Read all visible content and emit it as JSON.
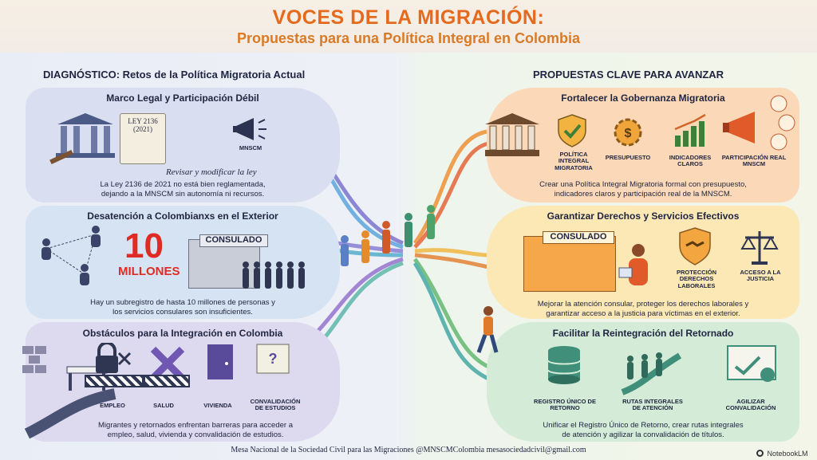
{
  "header": {
    "title": "VOCES DE LA MIGRACIÓN:",
    "subtitle": "Propuestas para una Política Integral en Colombia"
  },
  "left": {
    "heading": "DIAGNÓSTICO: Retos de la Política Migratoria Actual",
    "panels": [
      {
        "title": "Marco Legal y Participación Débil",
        "ley_label": "LEY 2136 (2021)",
        "icon_label": "MNSCM",
        "note": "Revisar y modificar la ley",
        "desc_1": "La Ley 2136 de 2021 no está bien reglamentada,",
        "desc_2": "dejando a la MNSCM sin autonomía ni recursos."
      },
      {
        "title": "Desatención a Colombianxs en el Exterior",
        "big_number": "10",
        "big_unit": "MILLONES",
        "sign": "CONSULADO",
        "desc_1": "Hay un subregistro de hasta 10 millones de personas y",
        "desc_2": "los servicios consulares son insuficientes."
      },
      {
        "title": "Obstáculos para la Integración en Colombia",
        "labels": [
          "EMPLEO",
          "SALUD",
          "VIVIENDA",
          "CONVALIDACIÓN DE ESTUDIOS"
        ],
        "desc_1": "Migrantes y retornados enfrentan barreras para acceder a",
        "desc_2": "empleo, salud, vivienda y convalidación de estudios."
      }
    ]
  },
  "right": {
    "heading": "PROPUESTAS CLAVE PARA AVANZAR",
    "panels": [
      {
        "title": "Fortalecer la Gobernanza Migratoria",
        "labels": [
          "POLÍTICA INTEGRAL MIGRATORIA",
          "PRESUPUESTO",
          "INDICADORES CLAROS",
          "PARTICIPACIÓN REAL MNSCM"
        ],
        "desc_1": "Crear una Política Integral Migratoria formal con presupuesto,",
        "desc_2": "indicadores claros y participación real de la MNSCM."
      },
      {
        "title": "Garantizar Derechos y Servicios Efectivos",
        "sign": "CONSULADO",
        "labels": [
          "PROTECCIÓN DERECHOS LABORALES",
          "ACCESO A LA JUSTICIA"
        ],
        "desc_1": "Mejorar la atención consular, proteger los derechos laborales y",
        "desc_2": "garantizar acceso a la justicia para víctimas en el exterior."
      },
      {
        "title": "Facilitar la Reintegración del Retornado",
        "labels": [
          "REGISTRO ÚNICO DE RETORNO",
          "RUTAS INTEGRALES DE ATENCIÓN",
          "AGILIZAR CONVALIDACIÓN"
        ],
        "desc_1": "Unificar el Registro Único de Retorno, crear rutas integrales",
        "desc_2": "de atención y agilizar la convalidación de títulos."
      }
    ]
  },
  "footer": {
    "text": "Mesa Nacional de la Sociedad Civil para las Migraciones @MNSCMColombia mesasociedadcivil@gmail.com",
    "brand": "NotebookLM"
  },
  "colors": {
    "title": "#e46a1e",
    "accent_red": "#e02a24",
    "left_panel": "#d9def0",
    "right_orange": "#fbd9b8",
    "right_yellow": "#fbe8b5",
    "right_green": "#d3ebd7"
  }
}
